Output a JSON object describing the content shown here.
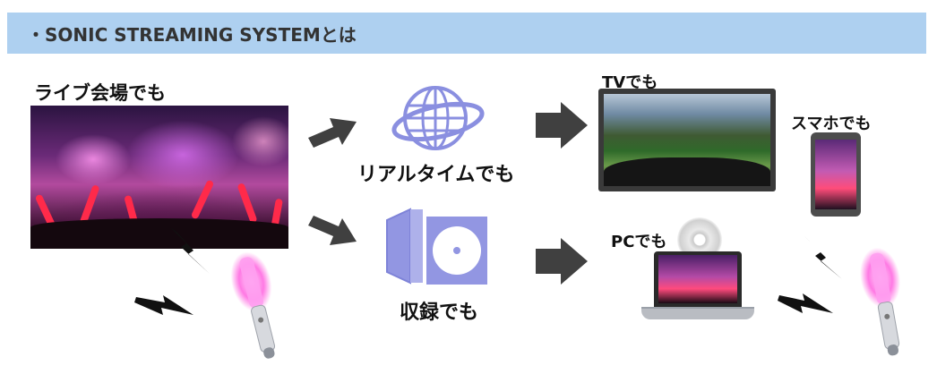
{
  "header": {
    "title": "・SONIC STREAMING SYSTEMとは"
  },
  "labels": {
    "live_venue": "ライブ会場でも",
    "realtime": "リアルタイムでも",
    "recording": "収録でも",
    "tv": "TVでも",
    "smartphone": "スマホでも",
    "pc": "PCでも"
  },
  "colors": {
    "header_bg": "#aed0f0",
    "arrow": "#404040",
    "icon": "#8a8fe0",
    "penlight_glow": "#ff79e4"
  },
  "icons": [
    "globe-icon",
    "disc-case-icon",
    "lightning-icon",
    "penlight-icon",
    "cd-icon"
  ]
}
